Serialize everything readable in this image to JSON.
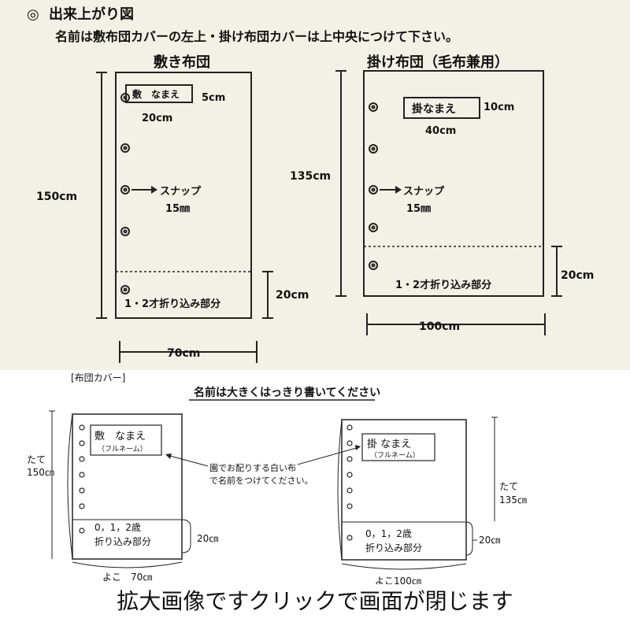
{
  "top": {
    "title_mark": "◎",
    "title": "出来上がり図",
    "subtitle": "名前は敷布団カバーの左上・掛け布団カバーは上中央につけて下さい。",
    "shiki": {
      "heading": "敷き布団",
      "name_tag": "敷　なまえ",
      "tag_height": "5cm",
      "tag_width": "20cm",
      "snap_label": "スナップ",
      "snap_size": "15㎜",
      "fold_label": "1・2才折り込み部分",
      "height": "150cm",
      "fold_height": "20cm",
      "width": "70cm"
    },
    "kake": {
      "heading": "掛け布団（毛布兼用）",
      "name_tag": "掛なまえ",
      "tag_height": "10cm",
      "tag_width": "40cm",
      "snap_label": "スナップ",
      "snap_size": "15㎜",
      "fold_label": "1・2才折り込み部分",
      "height": "135cm",
      "fold_height": "20cm",
      "width": "100cm"
    }
  },
  "bottom": {
    "section_label": "[布団カバー]",
    "title": "名前は大きくはっきり書いてください",
    "left": {
      "name_tag": "敷　なまえ",
      "name_sub": "（フルネーム）",
      "height_label": "たて",
      "height_value": "150㎝",
      "fold_line1": "0，1，2歳",
      "fold_line2": "折り込み部分",
      "fold_height": "20㎝",
      "width": "よこ　70㎝"
    },
    "note_line1": "園でお配りする白い布",
    "note_line2": "で名前をつけてください。",
    "right": {
      "name_tag": "掛 なまえ",
      "name_sub": "（フルネーム）",
      "height_label": "たて",
      "height_value": "135㎝",
      "fold_line1": "0，1，2歳",
      "fold_line2": "折り込み部分",
      "fold_height": "20㎝",
      "width": "よこ100㎝"
    }
  },
  "caption": "拡大画像ですクリックで画面が閉じます"
}
